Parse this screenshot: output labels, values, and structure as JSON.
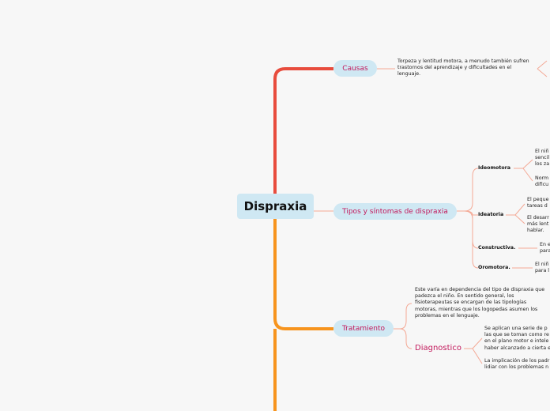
{
  "central": "Dispraxia",
  "branches": {
    "causas": {
      "label": "Causas",
      "text": [
        "Torpeza y lentitud motora, a menudo también sufren",
        "trastornos del aprendizaje y dificultades en el",
        "lenguaje."
      ]
    },
    "tipos": {
      "label": "Tipos y síntomas de dispraxia",
      "ideomotora": {
        "label": "Ideomotora",
        "text1": [
          "El niñ",
          "sencil",
          "los za"
        ],
        "text2": [
          "Norm",
          "dificu"
        ]
      },
      "ideatoria": {
        "label": "Ideatoria",
        "text1": [
          "El peque",
          "tareas d"
        ],
        "text2": [
          "El desarr",
          "más lent",
          "hablar."
        ]
      },
      "constructiva": {
        "label": "Constructiva.",
        "text": [
          "En e",
          "para"
        ]
      },
      "oromotora": {
        "label": "Oromotora.",
        "text": [
          "El niñ",
          "para l"
        ]
      }
    },
    "tratamiento": {
      "label": "Tratamiento",
      "text": [
        "Este varía en dependencia del tipo de dispraxia que",
        "padezca el niño. En sentido general, los",
        "fisioterapeutas se encargan de las tipologías",
        "motoras, mientras que los logopedas asumen los",
        "problemas en el lenguaje."
      ],
      "diagnostico": {
        "label": "Diagnostico",
        "text1": [
          "Se aplican una serie de p",
          "las que se toman como re",
          "en el plano motor e intele",
          "haber alcanzado a cierta e"
        ],
        "text2": [
          "La implicación de los padr",
          "lidiar con los problemas n"
        ]
      }
    }
  },
  "colors": {
    "red_branch": "#e84c3d",
    "orange_branch": "#f7941d",
    "thin_line": "#f4a996",
    "pill_bg": "#cfe8f3",
    "pill_text": "#c2185b"
  }
}
